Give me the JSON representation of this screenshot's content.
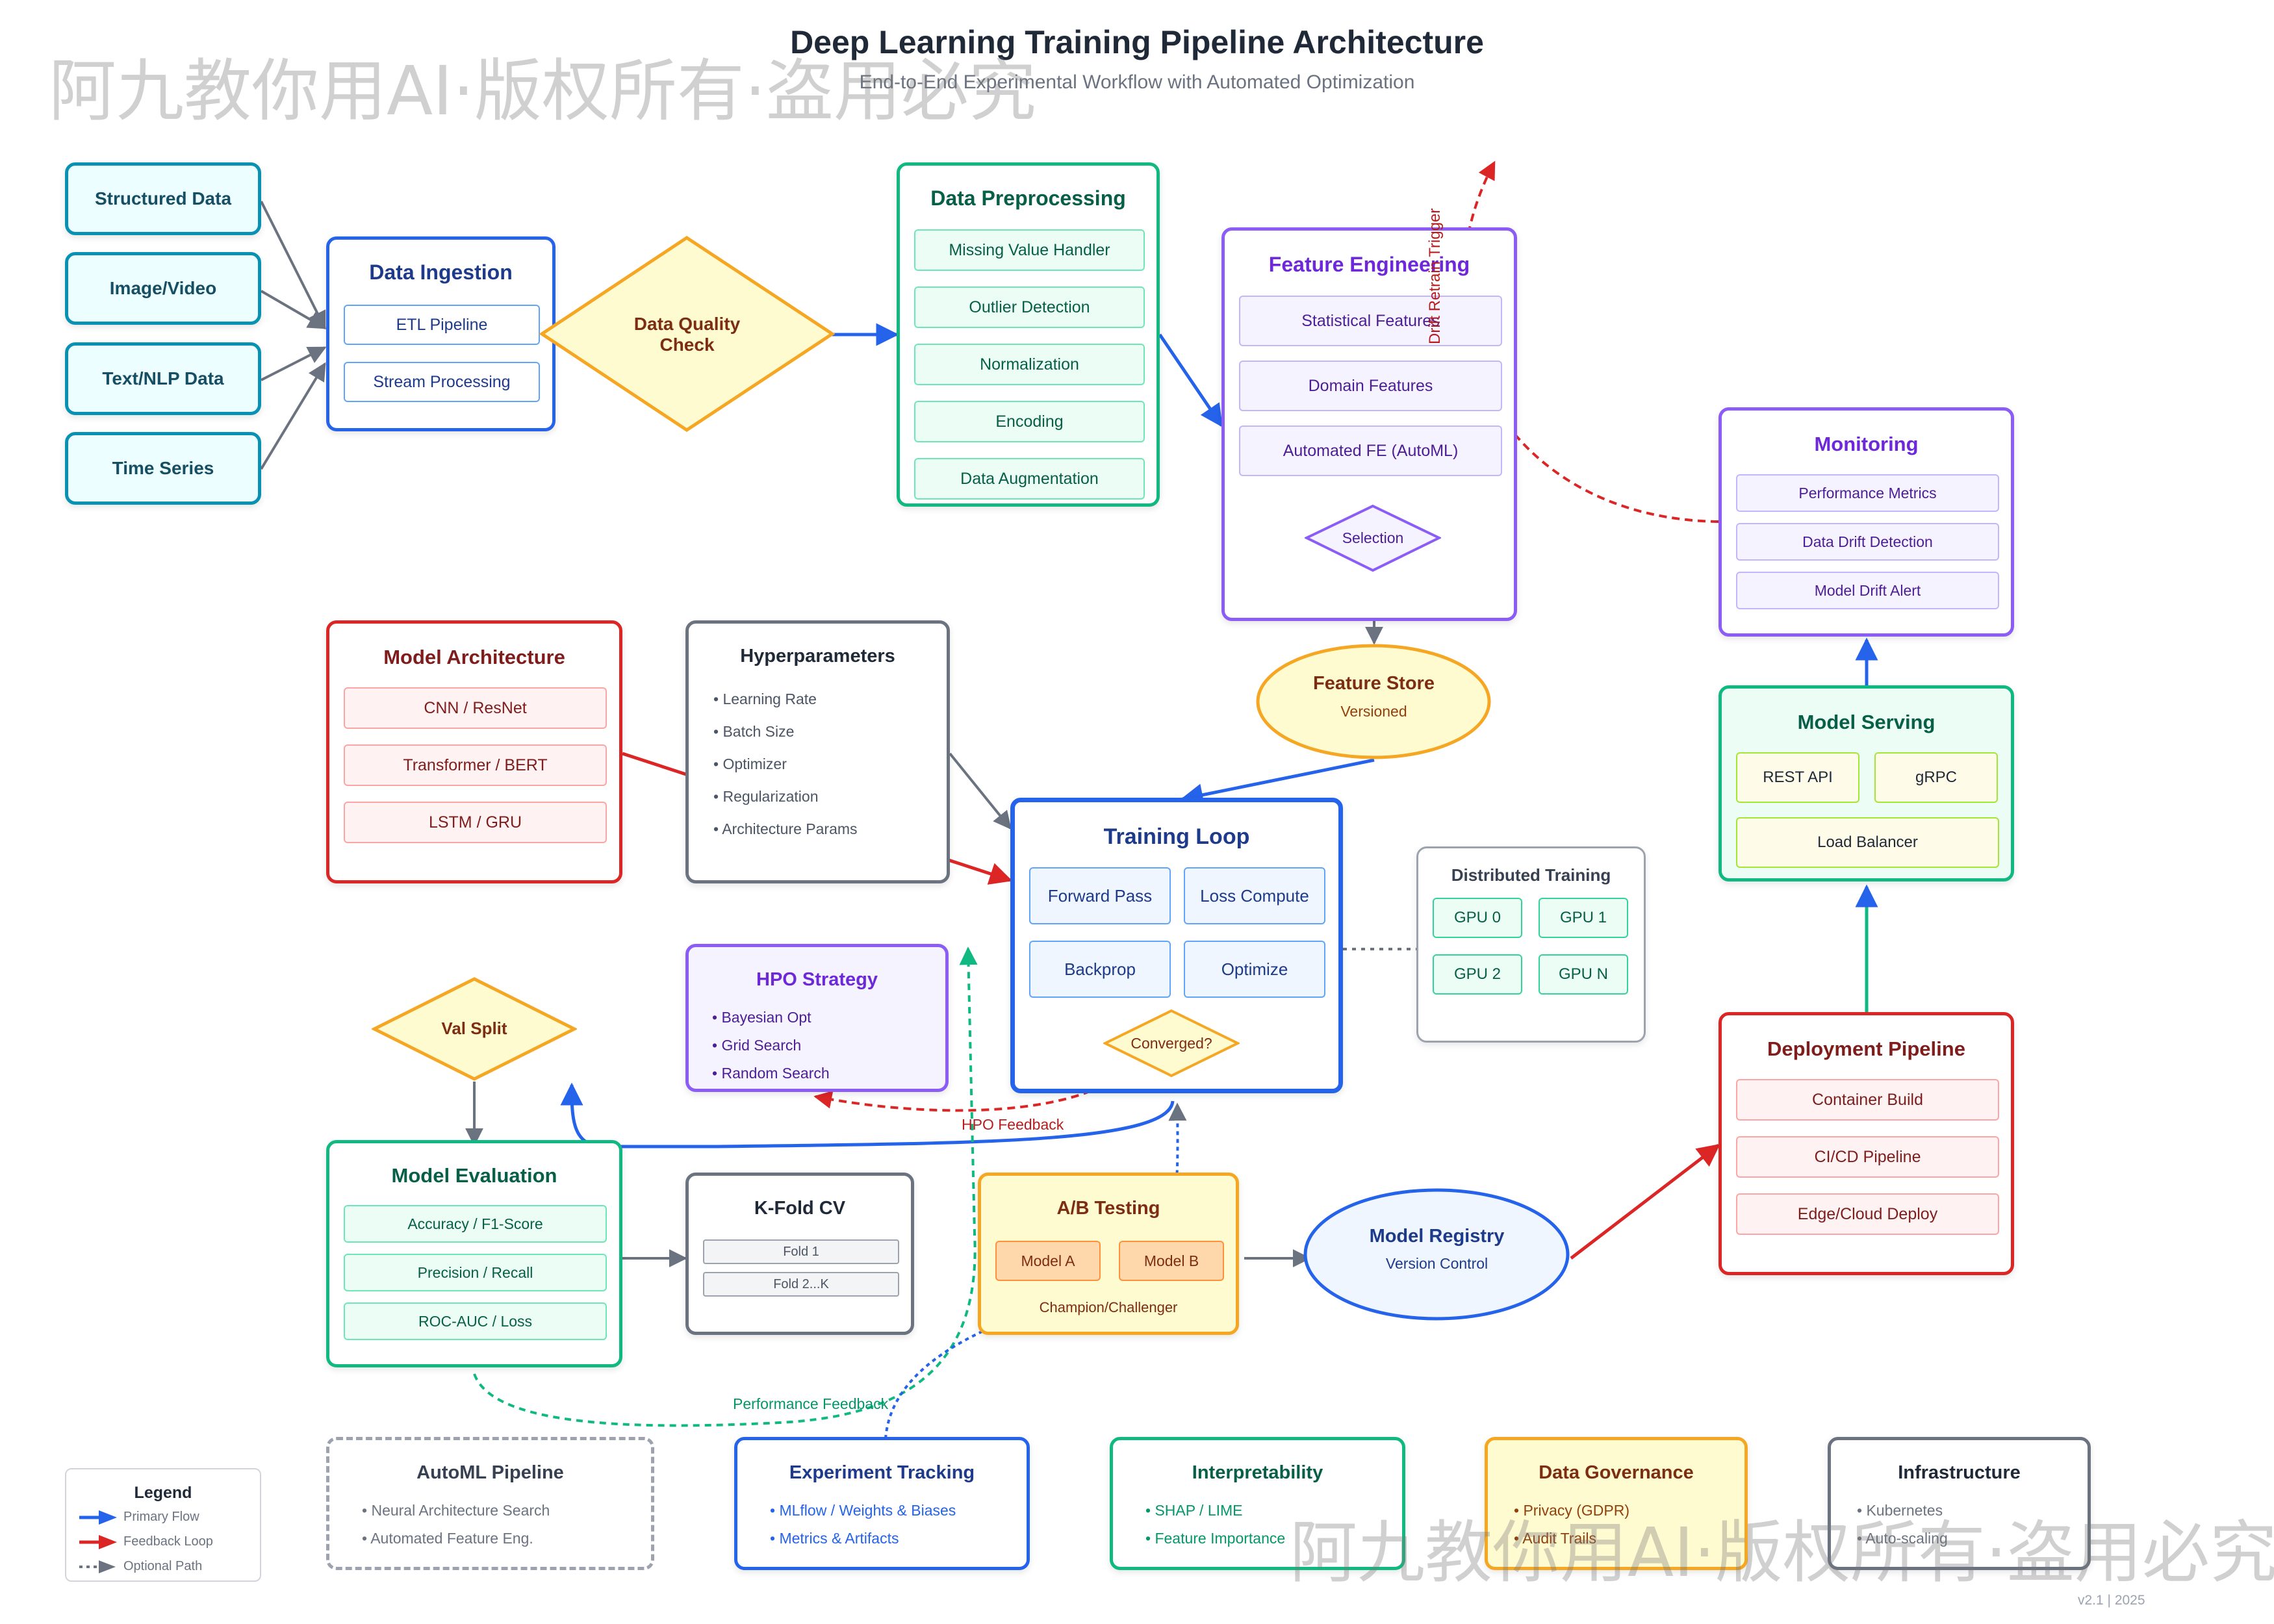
{
  "title": "Deep Learning Training Pipeline Architecture",
  "subtitle": "End-to-End Experimental Workflow with Automated Optimization",
  "watermark": "阿九教你用AI·版权所有·盗用必究",
  "version": "v2.1 | 2025",
  "colors": {
    "blue": "#2563eb",
    "teal": "#0891b2",
    "green": "#10b981",
    "purple": "#8b5cf6",
    "red": "#dc2626",
    "gray": "#6b7280",
    "yellow": "#f5a623",
    "yellow_fill": "#fffbd1"
  },
  "sources": [
    "Structured Data",
    "Image/Video",
    "Text/NLP Data",
    "Time Series"
  ],
  "ingestion": {
    "title": "Data Ingestion",
    "items": [
      "ETL Pipeline",
      "Stream Processing"
    ]
  },
  "quality_check": "Data Quality Check",
  "preprocessing": {
    "title": "Data Preprocessing",
    "items": [
      "Missing Value Handler",
      "Outlier Detection",
      "Normalization",
      "Encoding",
      "Data Augmentation"
    ]
  },
  "feature_engineering": {
    "title": "Feature Engineering",
    "items": [
      "Statistical Features",
      "Domain Features",
      "Automated FE (AutoML)"
    ],
    "decision": "Selection"
  },
  "drift_label": "Drift Retrain Trigger",
  "feature_store": {
    "title": "Feature Store",
    "subtitle": "Versioned"
  },
  "model_architecture": {
    "title": "Model Architecture",
    "items": [
      "CNN / ResNet",
      "Transformer / BERT",
      "LSTM / GRU"
    ]
  },
  "hyperparameters": {
    "title": "Hyperparameters",
    "items": [
      "Learning Rate",
      "Batch Size",
      "Optimizer",
      "Regularization",
      "Architecture Params"
    ]
  },
  "training_loop": {
    "title": "Training Loop",
    "cells": [
      "Forward Pass",
      "Loss Compute",
      "Backprop",
      "Optimize"
    ],
    "decision": "Converged?"
  },
  "distributed": {
    "title": "Distributed Training",
    "gpus": [
      "GPU 0",
      "GPU 1",
      "GPU 2",
      "GPU N"
    ]
  },
  "hpo": {
    "title": "HPO Strategy",
    "items": [
      "Bayesian Opt",
      "Grid Search",
      "Random Search"
    ]
  },
  "hpo_feedback": "HPO Feedback",
  "val_split": "Val Split",
  "evaluation": {
    "title": "Model Evaluation",
    "items": [
      "Accuracy / F1-Score",
      "Precision / Recall",
      "ROC-AUC / Loss"
    ]
  },
  "kfold": {
    "title": "K-Fold CV",
    "folds": [
      "Fold 1",
      "Fold 2...K"
    ]
  },
  "ab_testing": {
    "title": "A/B Testing",
    "models": [
      "Model A",
      "Model B"
    ],
    "caption": "Champion/Challenger"
  },
  "registry": {
    "title": "Model Registry",
    "subtitle": "Version Control"
  },
  "performance_feedback": "Performance Feedback",
  "monitoring": {
    "title": "Monitoring",
    "items": [
      "Performance Metrics",
      "Data Drift Detection",
      "Model Drift Alert"
    ]
  },
  "serving": {
    "title": "Model Serving",
    "items": [
      "REST API",
      "gRPC",
      "Load Balancer"
    ]
  },
  "deployment": {
    "title": "Deployment Pipeline",
    "items": [
      "Container Build",
      "CI/CD Pipeline",
      "Edge/Cloud Deploy"
    ]
  },
  "automl": {
    "title": "AutoML Pipeline",
    "items": [
      "Neural Architecture Search",
      "Automated Feature Eng."
    ]
  },
  "tracking": {
    "title": "Experiment Tracking",
    "items": [
      "MLflow / Weights & Biases",
      "Metrics & Artifacts"
    ]
  },
  "interpretability": {
    "title": "Interpretability",
    "items": [
      "SHAP / LIME",
      "Feature Importance"
    ]
  },
  "governance": {
    "title": "Data Governance",
    "items": [
      "Privacy (GDPR)",
      "Audit Trails"
    ]
  },
  "infrastructure": {
    "title": "Infrastructure",
    "items": [
      "Kubernetes",
      "Auto-scaling"
    ]
  },
  "legend": {
    "title": "Legend",
    "items": [
      "Primary Flow",
      "Feedback Loop",
      "Optional Path"
    ]
  }
}
